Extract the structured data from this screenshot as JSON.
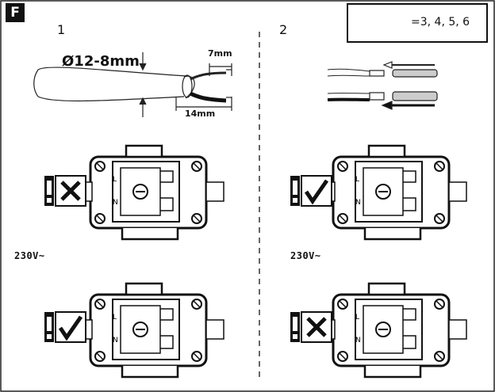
{
  "section_label": "F",
  "steps": {
    "step1": "1",
    "step2": "2"
  },
  "cable": {
    "diameter": "Ø12-8mm",
    "strip_conductor": "7mm",
    "strip_sheath": "14mm"
  },
  "voltage": {
    "left": "230V~",
    "right": "230V~"
  },
  "terminal_labels": {
    "live": "L",
    "neutral": "N"
  },
  "warning": {
    "refs": "=3, 4, 5, 6"
  },
  "verdicts": [
    {
      "panel": "step1-top",
      "result": "wrong"
    },
    {
      "panel": "step1-bottom",
      "result": "correct"
    },
    {
      "panel": "step2-top",
      "result": "correct"
    },
    {
      "panel": "step2-bottom",
      "result": "wrong"
    }
  ]
}
